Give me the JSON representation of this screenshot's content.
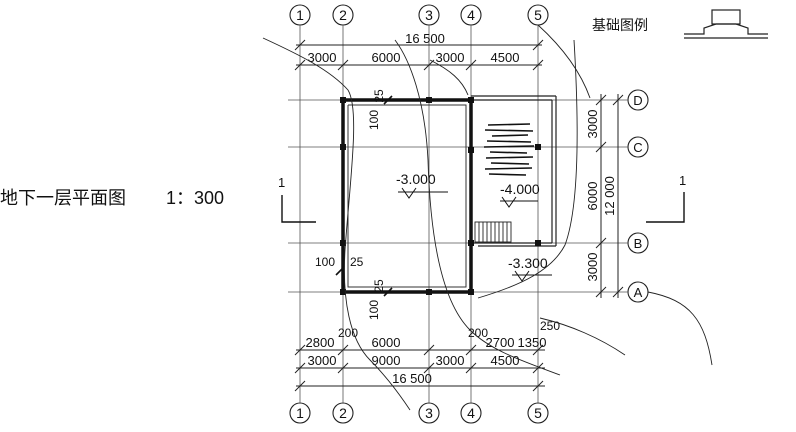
{
  "drawing": {
    "title": "地下一层平面图",
    "scale": "1：300",
    "legend_label": "基础图例",
    "section_mark": "1"
  },
  "axes_h": [
    "1",
    "2",
    "3",
    "4",
    "5"
  ],
  "axes_v": [
    "D",
    "C",
    "B",
    "A"
  ],
  "dims_top": {
    "total": "16 500",
    "segments": [
      "3000",
      "6000",
      "3000",
      "4500"
    ]
  },
  "dims_right": {
    "total": "12 000",
    "inner": "6000",
    "segments": [
      "3000",
      "3000"
    ]
  },
  "dims_bottom": {
    "row1": [
      "2800",
      "6000",
      "2700",
      "1350"
    ],
    "row1_small": [
      "200",
      "200",
      "250"
    ],
    "row2": [
      "3000",
      "9000",
      "3000",
      "4500"
    ],
    "total": "16 500"
  },
  "wall_dims": [
    "25",
    "100",
    "25",
    "100",
    "25",
    "100"
  ],
  "elevations": [
    "-3.000",
    "-4.000",
    "-3.300"
  ]
}
